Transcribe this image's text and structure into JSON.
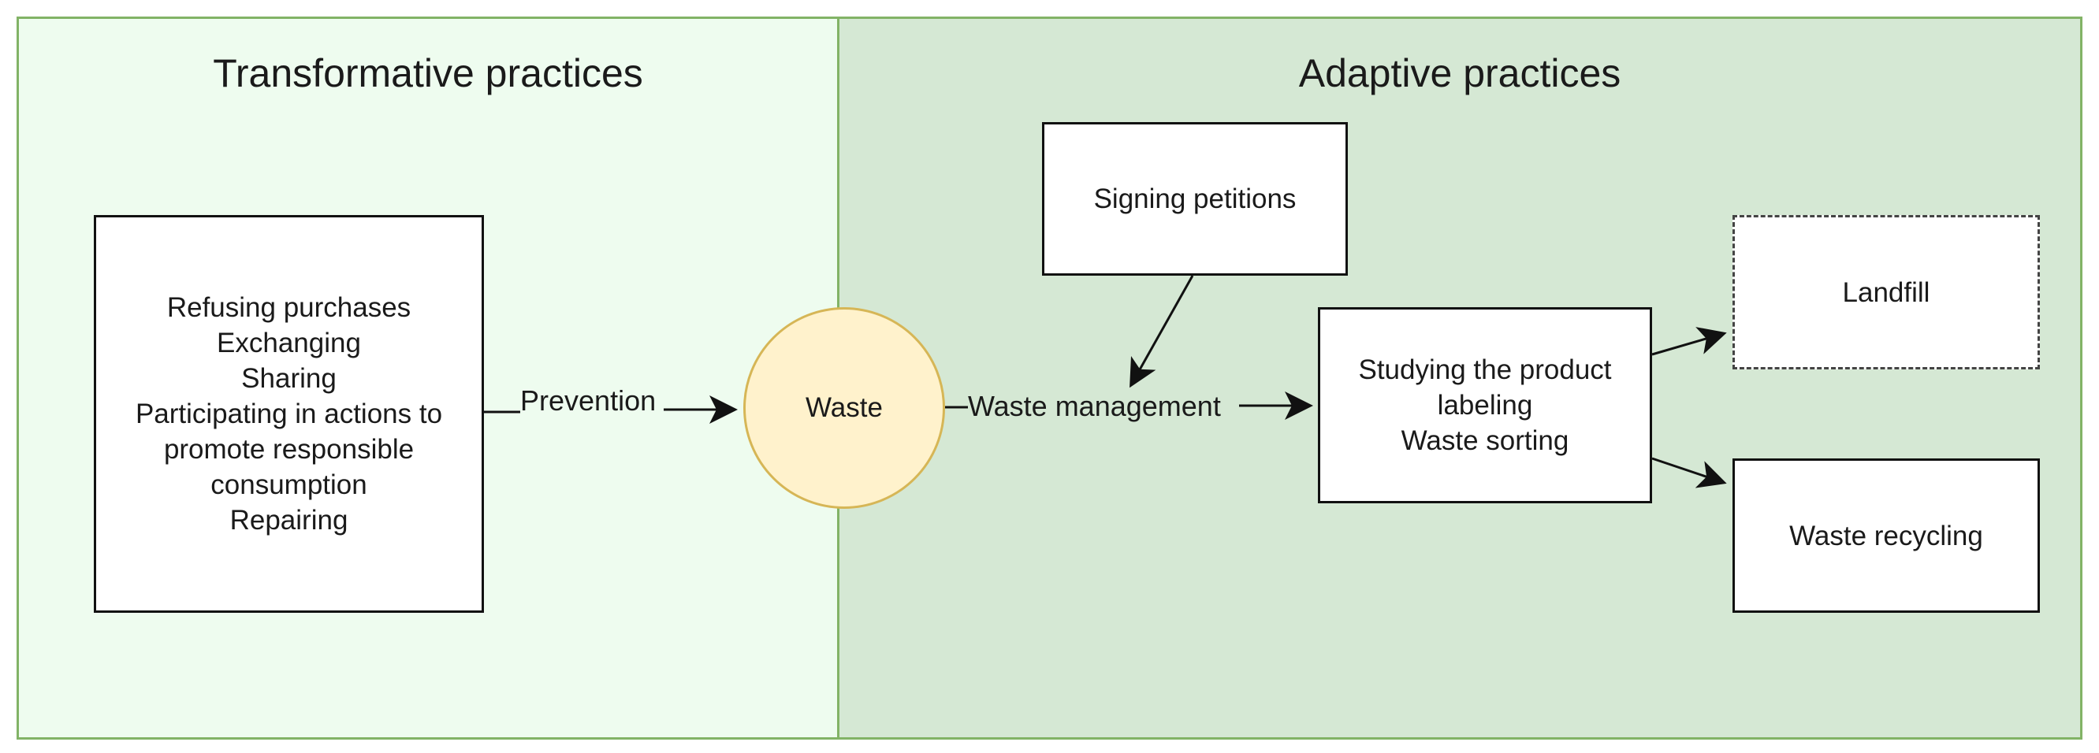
{
  "colors": {
    "left_panel_fill": "#eefcef",
    "right_panel_fill": "#d5e8d4",
    "panel_border": "#82b366",
    "waste_node_fill": "#fff2cc",
    "waste_node_border": "#d6b656"
  },
  "panels": {
    "left_title": "Transformative practices",
    "right_title": "Adaptive practices"
  },
  "nodes": {
    "transformative_list": [
      "Refusing purchases",
      "Exchanging",
      "Sharing",
      "Participating in actions to",
      "promote responsible",
      "consumption",
      "Repairing"
    ],
    "waste": "Waste",
    "signing_petitions": "Signing petitions",
    "studying_sorting": [
      "Studying the product",
      "labeling",
      "Waste sorting"
    ],
    "landfill": "Landfill",
    "waste_recycling": "Waste recycling"
  },
  "edges": {
    "prevention_label": "Prevention",
    "management_label": "Waste management"
  }
}
